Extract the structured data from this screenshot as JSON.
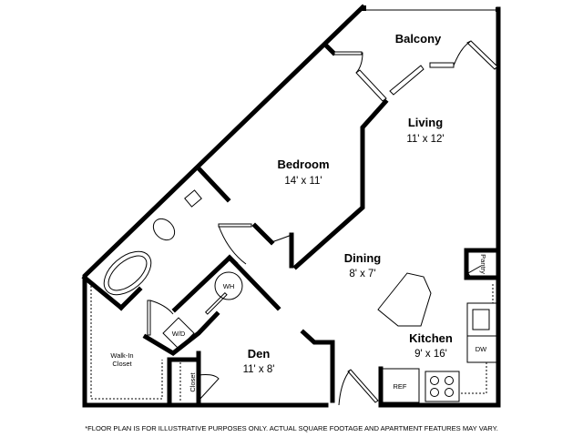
{
  "rooms": {
    "balcony": {
      "name": "Balcony"
    },
    "living": {
      "name": "Living",
      "size": "11' x 12'"
    },
    "bedroom": {
      "name": "Bedroom",
      "size": "14' x 11'"
    },
    "dining": {
      "name": "Dining",
      "size": "8' x 7'"
    },
    "kitchen": {
      "name": "Kitchen",
      "size": "9' x 16'"
    },
    "den": {
      "name": "Den",
      "size": "11' x 8'"
    },
    "walk_in_closet": {
      "line1": "Walk-In",
      "line2": "Closet"
    }
  },
  "fixtures": {
    "water_heater": "WH",
    "washer_dryer": "W/D",
    "refrigerator": "REF",
    "dishwasher": "DW",
    "closet": "Closet",
    "pantry": "Pantry"
  },
  "disclaimer": "*FLOOR PLAN IS FOR ILLUSTRATIVE PURPOSES ONLY. ACTUAL SQUARE FOOTAGE AND APARTMENT FEATURES MAY VARY.",
  "colors": {
    "wall": "#000000",
    "background": "#ffffff"
  }
}
